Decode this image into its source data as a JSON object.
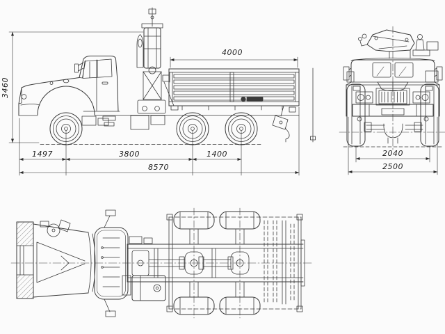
{
  "drawing": {
    "background": "#fbfbfb",
    "line_color": "#3a3a3a",
    "dim_color": "#1d1d1d",
    "dimensions": {
      "overall_height": "3460",
      "front_overhang": "1497",
      "wheelbase": "3800",
      "bogie_spacing": "1400",
      "overall_length": "8570",
      "bed_length": "4000",
      "track_width": "2040",
      "overall_width": "2500"
    }
  }
}
